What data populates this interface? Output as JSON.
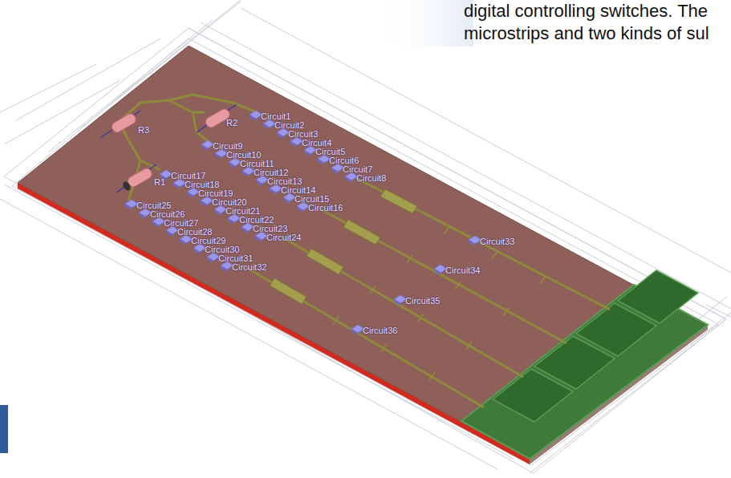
{
  "diagram": {
    "labels": [
      "digital controlling switches. The",
      "microstrips and two kinds of sul",
      "R3",
      "R2",
      "R1",
      "Circuit1",
      "Circuit2",
      "Circuit3",
      "Circuit4",
      "Circuit5",
      "Circuit6",
      "Circuit7",
      "Circuit8",
      "Circuit9",
      "Circuit10",
      "Circuit11",
      "Circuit12",
      "Circuit13",
      "Circuit14",
      "Circuit15",
      "Circuit16",
      "Circuit17",
      "Circuit18",
      "Circuit19",
      "Circuit20",
      "Circuit21",
      "Circuit22",
      "Circuit23",
      "Circuit24",
      "Circuit25",
      "Circuit26",
      "Circuit27",
      "Circuit28",
      "Circuit29",
      "Circuit30",
      "Circuit31",
      "Circuit32",
      "Circuit33",
      "Circuit34",
      "Circuit35",
      "Circuit36"
    ]
  }
}
